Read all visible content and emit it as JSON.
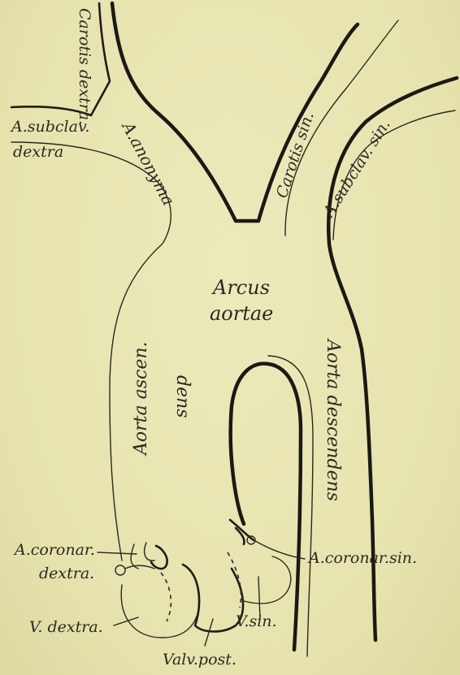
{
  "labels": {
    "carotis_dextra": "Carotis dextra.",
    "subclav_dextra_1": "A.subclav.",
    "subclav_dextra_2": "dextra",
    "anonyma": "A.anonyma",
    "carotis_sin": "Carotis sin.",
    "subclav_sin": "A.subclav. sin.",
    "arcus_1": "Arcus",
    "arcus_2": "aortae",
    "ascendens_1": "Aorta ascen.",
    "ascendens_2": "dens",
    "descendens": "Aorta descendens",
    "coronar_dextra_1": "A.coronar.",
    "coronar_dextra_2": "dextra.",
    "coronar_sin": "A.coronar.sin.",
    "v_dextra": "V. dextra.",
    "v_sin": "V.sin.",
    "valv_post": "Valv.post."
  }
}
